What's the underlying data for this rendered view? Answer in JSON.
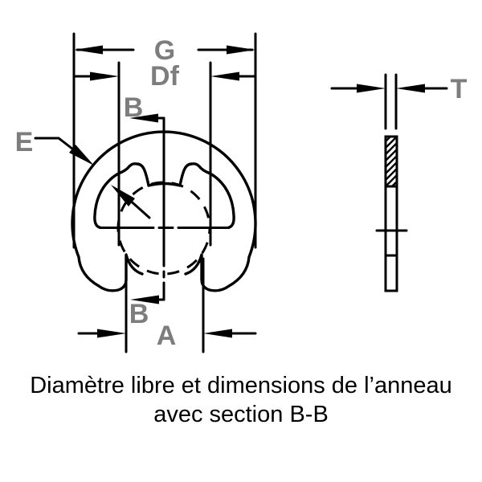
{
  "figure": {
    "main_view": {
      "labels": {
        "g": "G",
        "df": "Df",
        "b_top": "B",
        "b_bottom": "B",
        "a": "A",
        "e": "E"
      }
    },
    "section_view": {
      "labels": {
        "t": "T"
      }
    },
    "caption": {
      "line1": "Diamètre libre et dimensions de l’anneau",
      "line2": "avec section B-B"
    },
    "colors": {
      "line": "#000000",
      "label_gray": "#7d7d7d",
      "background": "#ffffff"
    }
  }
}
